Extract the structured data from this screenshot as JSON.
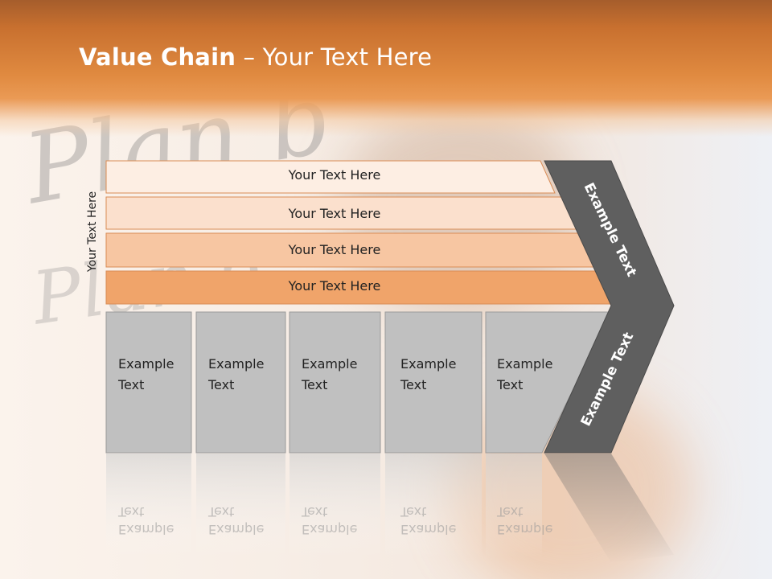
{
  "title": {
    "bold": "Value Chain",
    "rest": " – Your Text Here"
  },
  "side_label": "Your Text Here",
  "background_watermark": "Plan b",
  "bars": [
    {
      "label": "Your Text Here",
      "color": "#fdeee3"
    },
    {
      "label": "Your Text Here",
      "color": "#fbe0cd"
    },
    {
      "label": "Your Text Here",
      "color": "#f7c6a2"
    },
    {
      "label": "Your Text Here",
      "color": "#f0a46a"
    }
  ],
  "boxes": [
    {
      "line1": "Example",
      "line2": "Text"
    },
    {
      "line1": "Example",
      "line2": "Text"
    },
    {
      "line1": "Example",
      "line2": "Text"
    },
    {
      "line1": "Example",
      "line2": "Text"
    },
    {
      "line1": "Example",
      "line2": "Text"
    }
  ],
  "chevron": {
    "upper_label": "Example Text",
    "lower_label": "Example Text"
  },
  "colors": {
    "header": "#e08a40",
    "box_fill": "#c0c0c0",
    "chevron": "#5f5f5f"
  }
}
